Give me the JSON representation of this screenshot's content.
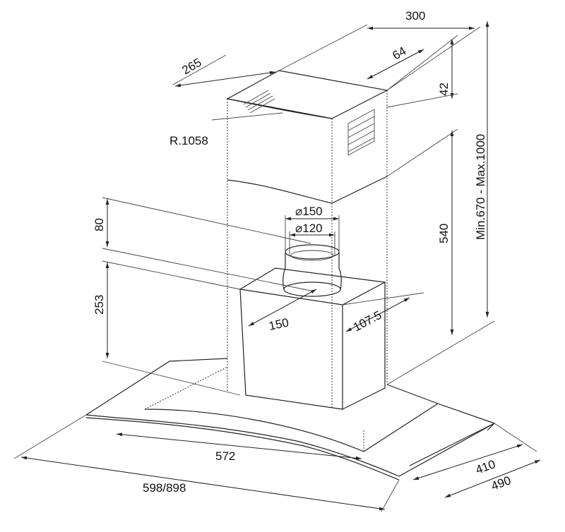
{
  "title": "Range hood dimension drawing",
  "dimensions": {
    "chimney_width": "300",
    "vent_offset": "64",
    "chimney_depth": "265",
    "vent_height": "42",
    "radius": "R.1058",
    "total_height": "Min.670  -  Max.1000",
    "chimney_lower_height": "540",
    "duct_outer": "⌀150",
    "duct_inner": "⌀120",
    "collar_height": "80",
    "body_height": "253",
    "collar_side": "150",
    "collar_back": "107.5",
    "inner_width": "572",
    "total_width": "598/898",
    "inner_depth": "410",
    "total_depth": "490"
  }
}
